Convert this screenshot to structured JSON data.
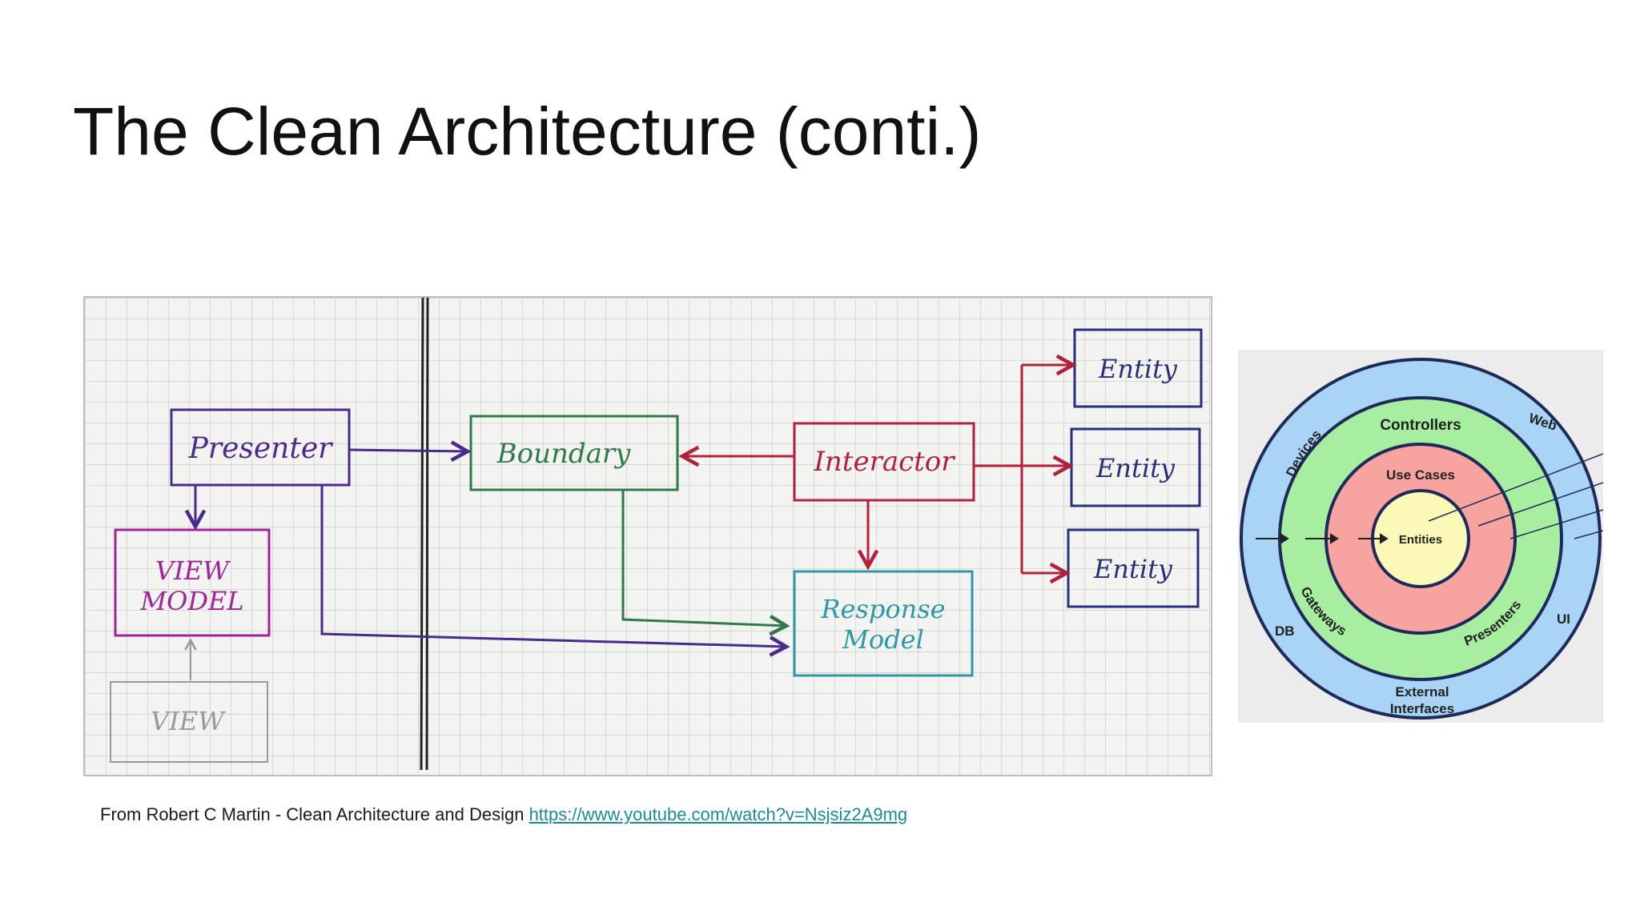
{
  "title": "The Clean Architecture (conti.)",
  "sketch": {
    "presenter": "Presenter",
    "view_model_line1": "VIEW",
    "view_model_line2": "MODEL",
    "view": "VIEW",
    "boundary": "Boundary",
    "interactor": "Interactor",
    "response_model_line1": "Response",
    "response_model_line2": "Model",
    "entities": [
      "Entity",
      "Entity",
      "Entity"
    ],
    "colors": {
      "purple": "#4a2a8c",
      "magenta": "#a0239a",
      "green": "#2f7a4a",
      "red": "#b3203c",
      "teal": "#2a9aa8",
      "navy": "#27307a",
      "gray": "#9a9a9a"
    }
  },
  "onion": {
    "outer_labels": [
      "Devices",
      "Web",
      "DB",
      "UI"
    ],
    "outer_bottom_line1": "External",
    "outer_bottom_line2": "Interfaces",
    "green_labels": [
      "Controllers",
      "Gateways",
      "Presenters"
    ],
    "red_label": "Use Cases",
    "core_label": "Entities",
    "colors": {
      "blue": "#a9d4f5",
      "green": "#a8eea0",
      "red": "#f7a4a0",
      "yellow": "#fbf8b8",
      "stroke": "#1e2a5a"
    }
  },
  "caption": {
    "text": "From Robert C Martin - Clean Architecture and Design",
    "link": "https://www.youtube.com/watch?v=Nsjsiz2A9mg"
  }
}
